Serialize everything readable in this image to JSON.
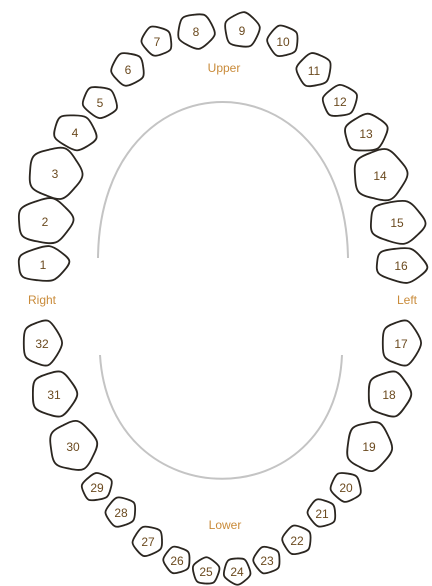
{
  "labels": {
    "upper": "Upper",
    "lower": "Lower",
    "right": "Right",
    "left": "Left"
  },
  "colors": {
    "label": "#c98b3a",
    "number": "#6b4a1f",
    "outline": "#2b2620",
    "arch": "#c4c4c4"
  },
  "teeth": [
    "1",
    "2",
    "3",
    "4",
    "5",
    "6",
    "7",
    "8",
    "9",
    "10",
    "11",
    "12",
    "13",
    "14",
    "15",
    "16",
    "17",
    "18",
    "19",
    "20",
    "21",
    "22",
    "23",
    "24",
    "25",
    "26",
    "27",
    "28",
    "29",
    "30",
    "31",
    "32"
  ]
}
